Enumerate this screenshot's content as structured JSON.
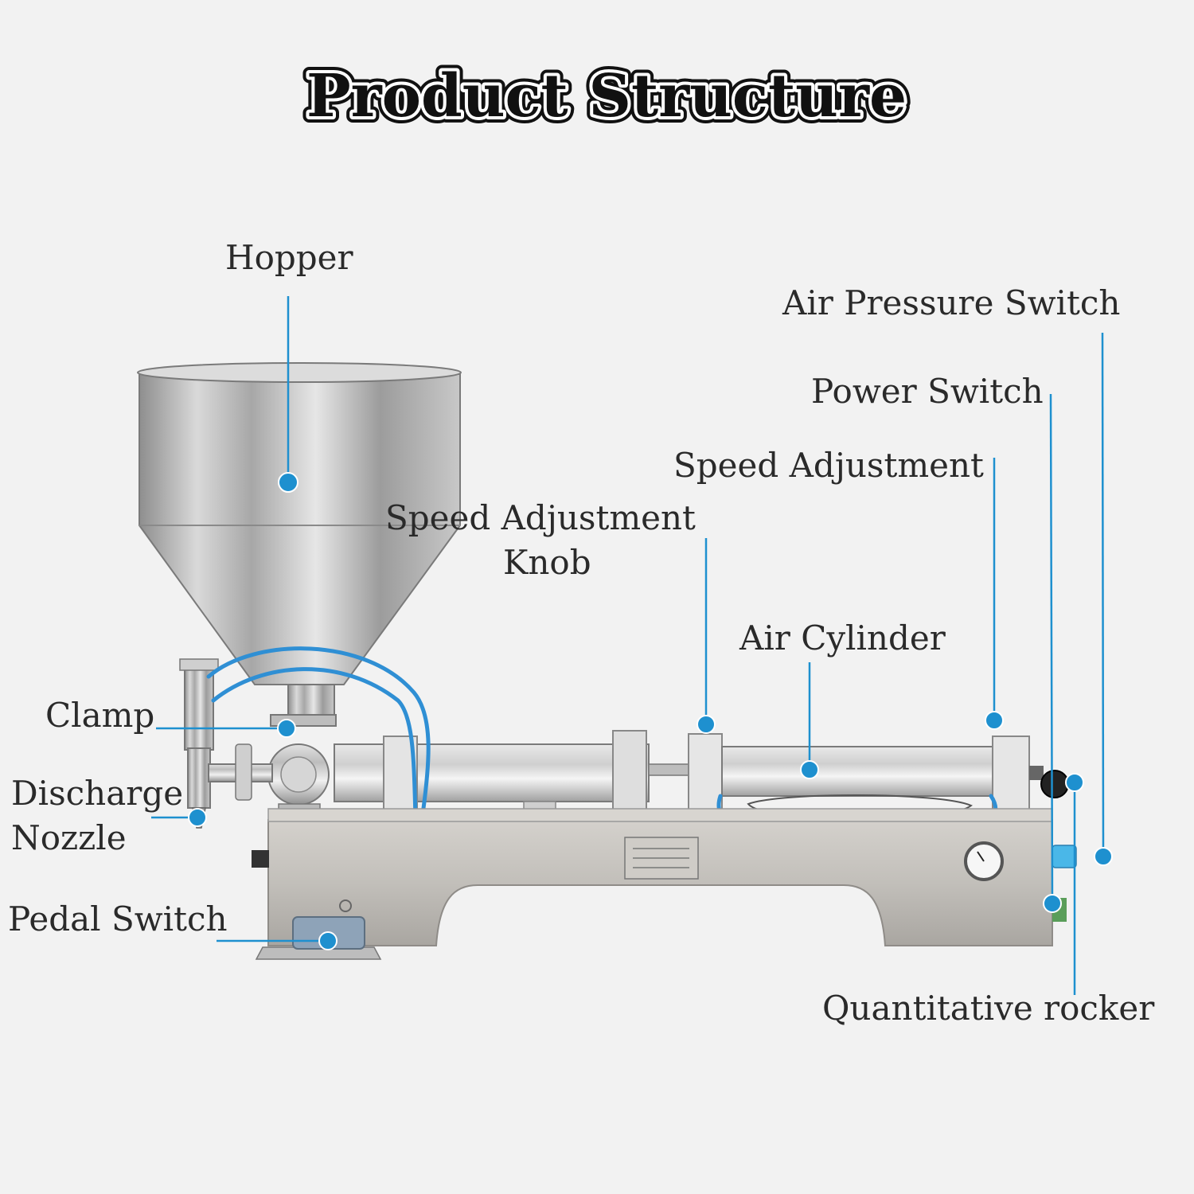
{
  "title": "Product Structure",
  "accent_color": "#1e90cf",
  "labels": {
    "hopper": "Hopper",
    "air_pressure_switch": "Air Pressure Switch",
    "power_switch": "Power Switch",
    "speed_adjustment": "Speed Adjustment",
    "speed_adjustment_knob_line1": "Speed Adjustment",
    "speed_adjustment_knob_line2": "Knob",
    "air_cylinder": "Air Cylinder",
    "clamp": "Clamp",
    "discharge_nozzle_line1": "Discharge",
    "discharge_nozzle_line2": "Nozzle",
    "pedal_switch": "Pedal Switch",
    "quantitative_rocker": "Quantitative rocker"
  }
}
